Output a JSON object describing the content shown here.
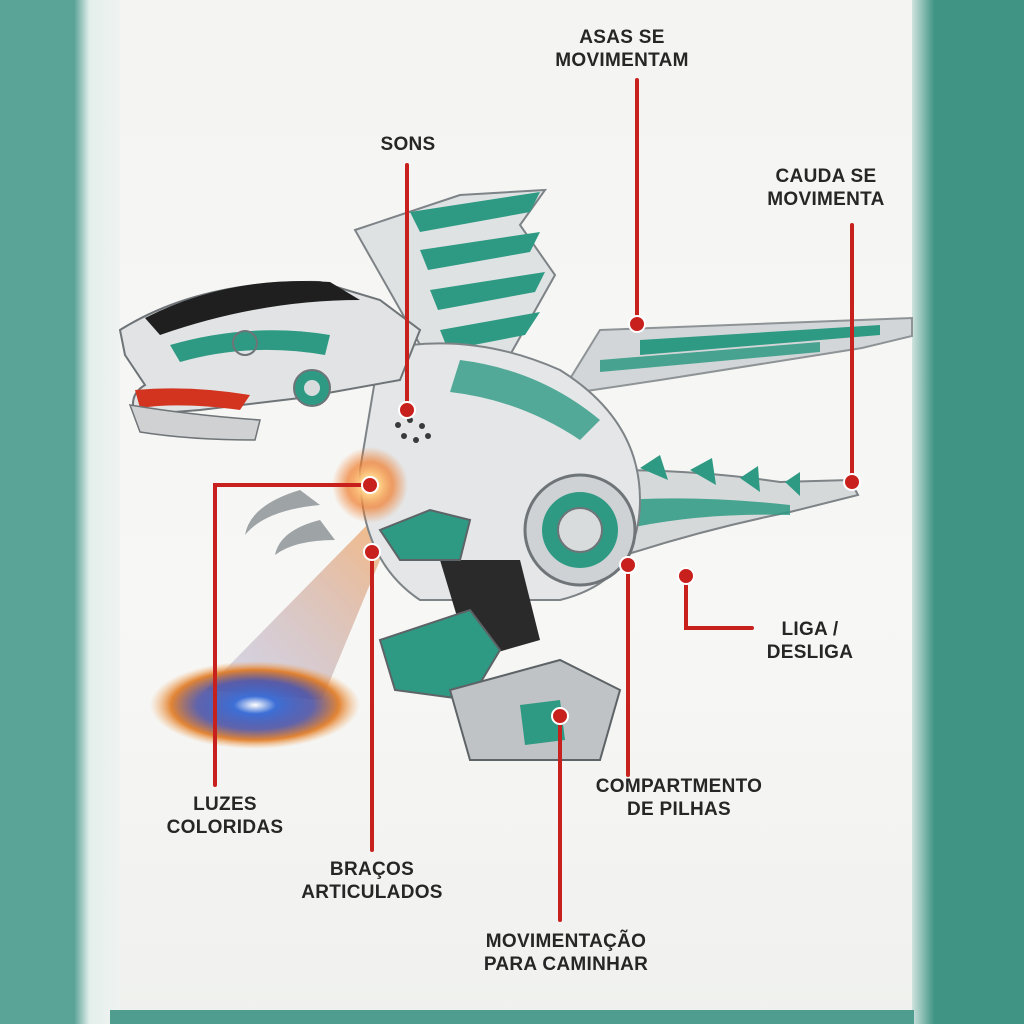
{
  "labels": {
    "wings": [
      "ASAS SE",
      "MOVIMENTAM"
    ],
    "sounds": [
      "SONS"
    ],
    "tail": [
      "CAUDA SE",
      "MOVIMENTA"
    ],
    "power": [
      "LIGA /",
      "DESLIGA"
    ],
    "battery": [
      "COMPARTMENTO",
      "DE PILHAS"
    ],
    "lights": [
      "LUZES",
      "COLORIDAS"
    ],
    "arms": [
      "BRAÇOS",
      "ARTICULADOS"
    ],
    "walk": [
      "MOVIMENTAÇÃO",
      "PARA CAMINHAR"
    ]
  },
  "colors": {
    "toy_teal": "#2e9a83",
    "toy_silver": "#c9ccce",
    "callout_line": "#c8201c",
    "box_edge_teal": "#4e9d8e",
    "label_text": "#262626"
  }
}
